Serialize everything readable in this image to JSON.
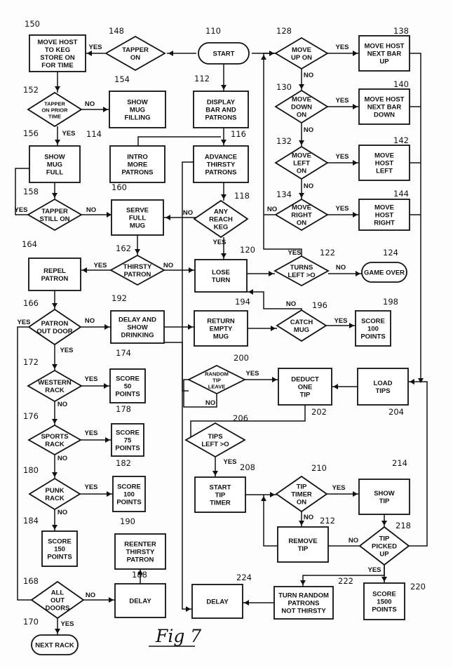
{
  "figure_label": "Fig 7",
  "nodes": {
    "start": {
      "lines": [
        "START"
      ]
    },
    "move_host_keg": {
      "lines": [
        "MOVE HOST",
        "TO KEG",
        "STORE ON",
        "FOR TIME"
      ]
    },
    "tapper_on": {
      "lines": [
        "TAPPER",
        "ON"
      ]
    },
    "tapper_prior": {
      "lines": [
        "TAPPER",
        "ON PRIOR",
        "TIME"
      ]
    },
    "show_mug_filling": {
      "lines": [
        "SHOW",
        "MUG",
        "FILLING"
      ]
    },
    "display_bar": {
      "lines": [
        "DISPLAY",
        "BAR AND",
        "PATRONS"
      ]
    },
    "move_up_on": {
      "lines": [
        "MOVE",
        "UP ON"
      ]
    },
    "move_host_up": {
      "lines": [
        "MOVE HOST",
        "NEXT BAR",
        "UP"
      ]
    },
    "move_down_on": {
      "lines": [
        "MOVE",
        "DOWN",
        "ON"
      ]
    },
    "move_host_down": {
      "lines": [
        "MOVE HOST",
        "NEXT BAR",
        "DOWN"
      ]
    },
    "move_left_on": {
      "lines": [
        "MOVE",
        "LEFT",
        "ON"
      ]
    },
    "move_host_left": {
      "lines": [
        "MOVE",
        "HOST",
        "LEFT"
      ]
    },
    "move_right_on": {
      "lines": [
        "MOVE",
        "RIGHT",
        "ON"
      ]
    },
    "move_host_right": {
      "lines": [
        "MOVE",
        "HOST",
        "RIGHT"
      ]
    },
    "show_mug_full": {
      "lines": [
        "SHOW",
        "MUG",
        "FULL"
      ]
    },
    "intro_patrons": {
      "lines": [
        "INTRO",
        "MORE",
        "PATRONS"
      ]
    },
    "advance_patrons": {
      "lines": [
        "ADVANCE",
        "THIRSTY",
        "PATRONS"
      ]
    },
    "tapper_still_on": {
      "lines": [
        "TAPPER",
        "STILL ON"
      ]
    },
    "serve_full_mug": {
      "lines": [
        "SERVE",
        "FULL",
        "MUG"
      ]
    },
    "any_reach_keg": {
      "lines": [
        "ANY",
        "REACH",
        "KEG"
      ]
    },
    "repel_patron": {
      "lines": [
        "REPEL",
        "PATRON"
      ]
    },
    "thirsty_patron": {
      "lines": [
        "THIRSTY",
        "PATRON"
      ]
    },
    "lose_turn": {
      "lines": [
        "LOSE",
        "TURN"
      ]
    },
    "turns_left": {
      "lines": [
        "TURNS",
        "LEFT >O"
      ]
    },
    "game_over": {
      "lines": [
        "GAME OVER"
      ]
    },
    "patron_out_door": {
      "lines": [
        "PATRON",
        "OUT DOOR"
      ]
    },
    "delay_show_drinking": {
      "lines": [
        "DELAY AND",
        "SHOW",
        "DRINKING"
      ]
    },
    "return_empty_mug": {
      "lines": [
        "RETURN",
        "EMPTY",
        "MUG"
      ]
    },
    "catch_mug": {
      "lines": [
        "CATCH",
        "MUG"
      ]
    },
    "score_100_top": {
      "lines": [
        "SCORE",
        "100",
        "POINTS"
      ]
    },
    "western_rack": {
      "lines": [
        "WESTERN",
        "RACK"
      ]
    },
    "score_50": {
      "lines": [
        "SCORE",
        "50",
        "POINTS"
      ]
    },
    "random_tip_leave": {
      "lines": [
        "RANDOM",
        "TIP",
        "LEAVE"
      ]
    },
    "deduct_one_tip": {
      "lines": [
        "DEDUCT",
        "ONE",
        "TIP"
      ]
    },
    "load_tips": {
      "lines": [
        "LOAD",
        "TIPS"
      ]
    },
    "sports_rack": {
      "lines": [
        "SPORTS",
        "RACK"
      ]
    },
    "score_75": {
      "lines": [
        "SCORE",
        "75",
        "POINTS"
      ]
    },
    "tips_left": {
      "lines": [
        "TIPS",
        "LEFT >O"
      ]
    },
    "punk_rack": {
      "lines": [
        "PUNK",
        "RACK"
      ]
    },
    "score_100_punk": {
      "lines": [
        "SCORE",
        "100",
        "POINTS"
      ]
    },
    "start_tip_timer": {
      "lines": [
        "START",
        "TIP",
        "TIMER"
      ]
    },
    "tip_timer_on": {
      "lines": [
        "TIP",
        "TIMER",
        "ON"
      ]
    },
    "show_tip": {
      "lines": [
        "SHOW",
        "TIP"
      ]
    },
    "score_150": {
      "lines": [
        "SCORE",
        "150",
        "POINTS"
      ]
    },
    "reenter_patron": {
      "lines": [
        "REENTER",
        "THIRSTY",
        "PATRON"
      ]
    },
    "remove_tip": {
      "lines": [
        "REMOVE",
        "TIP"
      ]
    },
    "tip_picked_up": {
      "lines": [
        "TIP",
        "PICKED",
        "UP"
      ]
    },
    "all_out_doors": {
      "lines": [
        "ALL",
        "OUT",
        "DOORS"
      ]
    },
    "delay_188": {
      "lines": [
        "DELAY"
      ]
    },
    "delay_224": {
      "lines": [
        "DELAY"
      ]
    },
    "turn_random": {
      "lines": [
        "TURN RANDOM",
        "PATRONS",
        "NOT THIRSTY"
      ]
    },
    "score_1500": {
      "lines": [
        "SCORE",
        "1500",
        "POINTS"
      ]
    },
    "next_rack": {
      "lines": [
        "NEXT RACK"
      ]
    }
  },
  "refs": [
    "110",
    "112",
    "114",
    "116",
    "118",
    "120",
    "122",
    "124",
    "128",
    "130",
    "132",
    "134",
    "138",
    "140",
    "142",
    "144",
    "148",
    "150",
    "152",
    "154",
    "156",
    "158",
    "160",
    "162",
    "164",
    "166",
    "168",
    "170",
    "172",
    "174",
    "176",
    "178",
    "180",
    "182",
    "184",
    "188",
    "190",
    "192",
    "194",
    "196",
    "198",
    "200",
    "202",
    "204",
    "206",
    "208",
    "210",
    "212",
    "214",
    "218",
    "220",
    "222",
    "224"
  ],
  "yes_label": "YES",
  "no_label": "NO"
}
